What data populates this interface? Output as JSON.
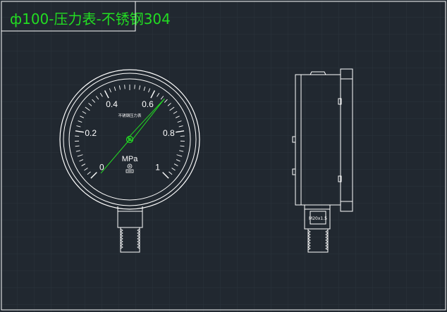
{
  "drawing": {
    "title": "ф100-压力表-不锈钢304",
    "dial": {
      "unit": "MPa",
      "dial_mark": "不锈钢压力表",
      "scale_min": 0,
      "scale_max": 1,
      "major_labels": [
        "0",
        "0.2",
        "0.4",
        "0.6",
        "0.8",
        "1"
      ],
      "pointer_value": 0.65
    },
    "side_view": {
      "thread_label": "M20x1.5"
    },
    "colors": {
      "background": "#212830",
      "grid": "#2a323b",
      "lines": "#ffffff",
      "pointer": "#22dd22",
      "title_text": "#22dd22"
    }
  }
}
